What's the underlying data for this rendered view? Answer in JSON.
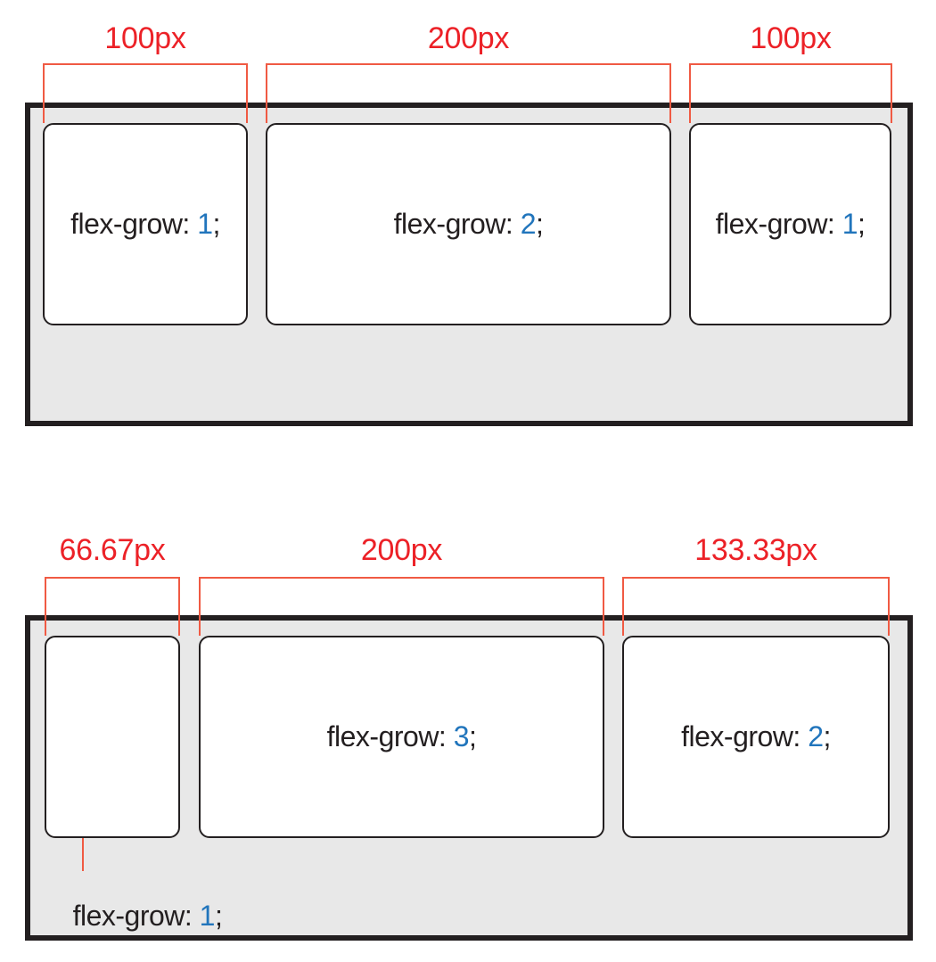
{
  "diagram_title": "flex-grow distribution diagram",
  "colors": {
    "dimension_label_red": "#ec2127",
    "bracket_line_red": "#f05a43",
    "value_blue": "#2175bc",
    "ink_black": "#231f20",
    "container_gray": "#e8e8e8",
    "item_white": "#ffffff"
  },
  "sections": [
    {
      "name": "equal-flex-grow-sides",
      "dims": [
        "100px",
        "200px",
        "100px"
      ],
      "boxes": [
        {
          "property": "flex-grow: ",
          "value": "1",
          "semicolon": ";"
        },
        {
          "property": "flex-grow: ",
          "value": "2",
          "semicolon": ";"
        },
        {
          "property": "flex-grow: ",
          "value": "1",
          "semicolon": ";"
        }
      ]
    },
    {
      "name": "unequal-flex-grow",
      "dims": [
        "66.67px",
        "200px",
        "133.33px"
      ],
      "boxes": [
        {
          "property": "",
          "value": "",
          "semicolon": ""
        },
        {
          "property": "flex-grow: ",
          "value": "3",
          "semicolon": ";"
        },
        {
          "property": "flex-grow: ",
          "value": "2",
          "semicolon": ";"
        }
      ],
      "caption": {
        "property": "flex-grow: ",
        "value": "1",
        "semicolon": ";"
      }
    }
  ]
}
